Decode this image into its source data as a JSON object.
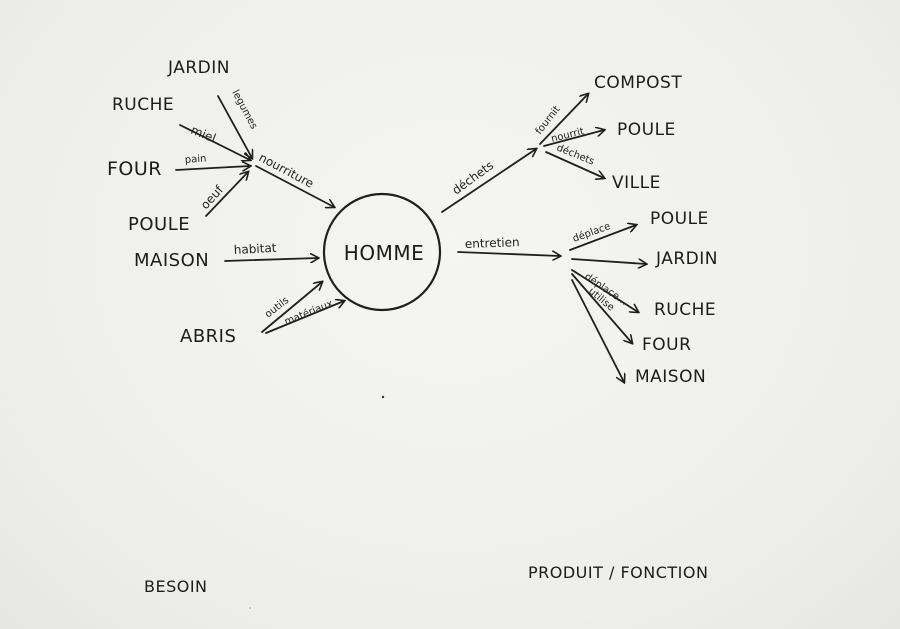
{
  "center": "HOMME",
  "needs": {
    "nodes": {
      "jardin": "JARDIN",
      "ruche": "RUCHE",
      "four": "FOUR",
      "poule": "POULE",
      "maison": "MAISON",
      "abris": "ABRIS"
    },
    "edges": {
      "legumes": "legumes",
      "miel": "miel",
      "pain": "pain",
      "oeuf": "oeuf",
      "nourriture": "nourriture",
      "habitat": "habitat",
      "outils": "outils",
      "materiaux": "matériaux"
    }
  },
  "products": {
    "nodes": {
      "compost": "COMPOST",
      "poule1": "POULE",
      "ville": "VILLE",
      "poule2": "POULE",
      "jardin": "JARDIN",
      "ruche": "RUCHE",
      "four": "FOUR",
      "maison": "MAISON"
    },
    "edges": {
      "dechets": "déchets",
      "fournit": "fournit",
      "nourrit": "nourrit",
      "dechetes": "déchets",
      "entretien": "entretien",
      "deplace": "déplace",
      "deplace2": "déplace...",
      "utilise": "utilise"
    }
  },
  "footer": {
    "besoin": "BESOIN",
    "produit_fonction": "PRODUIT / FONCTION"
  }
}
